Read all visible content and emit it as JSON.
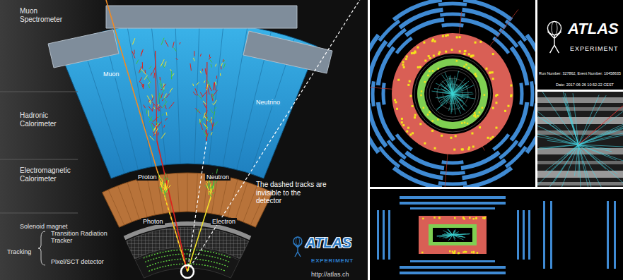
{
  "diagram": {
    "labels": [
      "Muon Spectrometer",
      "Muon",
      "Neutrino",
      "Hadronic Calorimeter",
      "Proton",
      "Neutron",
      "The dashed tracks are invisible to the detector",
      "Electromagnetic Calorimeter",
      "Photon",
      "Electron",
      "Solenoid magnet",
      "Tracking",
      "Transition Radiation Tracker",
      "Pixel/SCT detector",
      "ATLAS",
      "EXPERIMENT",
      "http://atlas.ch",
      "ATLAS",
      "EXPERIMENT",
      "Run Number: 327862, Event Number: 10458635",
      "Date: 2017-06-26 10:52:22 CEST"
    ]
  }
}
